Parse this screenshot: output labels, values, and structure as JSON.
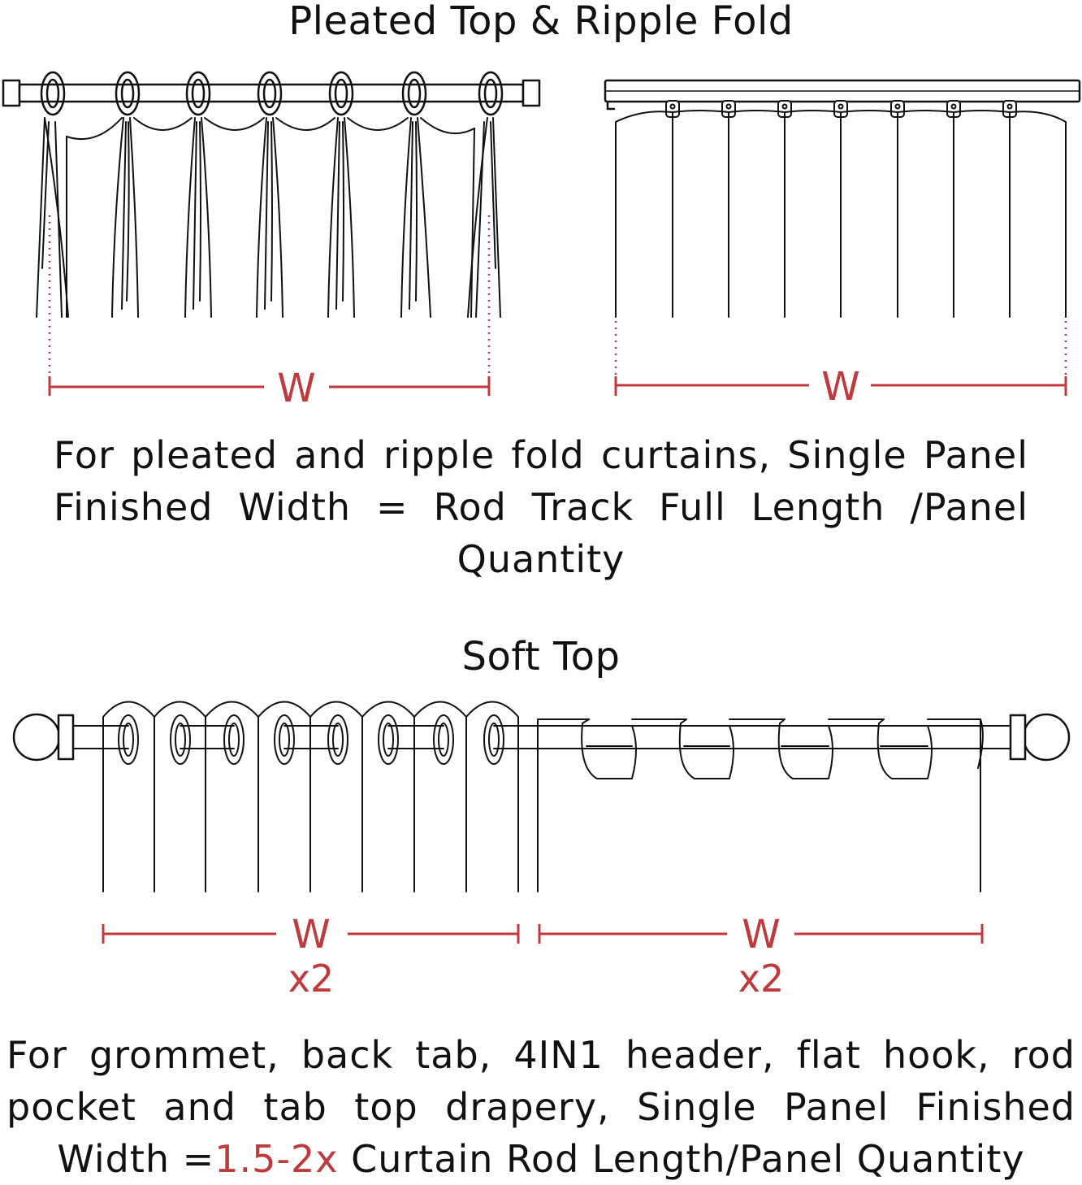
{
  "titles": {
    "top": "Pleated Top & Ripple Fold",
    "soft": "Soft Top"
  },
  "labels": {
    "width_symbol": "W",
    "multiplier": "x2"
  },
  "captions": {
    "pleated": "For pleated and ripple fold curtains, Single Panel Finished Width = Rod Track Full Length /Panel Quantity",
    "soft_before": "For grommet, back tab, 4IN1 header, flat hook, rod pocket and tab top drapery, Single Panel Finished Width =",
    "soft_highlight": "1.5-2x",
    "soft_after": " Curtain Rod Length/Panel Quantity"
  },
  "colors": {
    "line": "#111111",
    "accent": "#c0393c"
  }
}
